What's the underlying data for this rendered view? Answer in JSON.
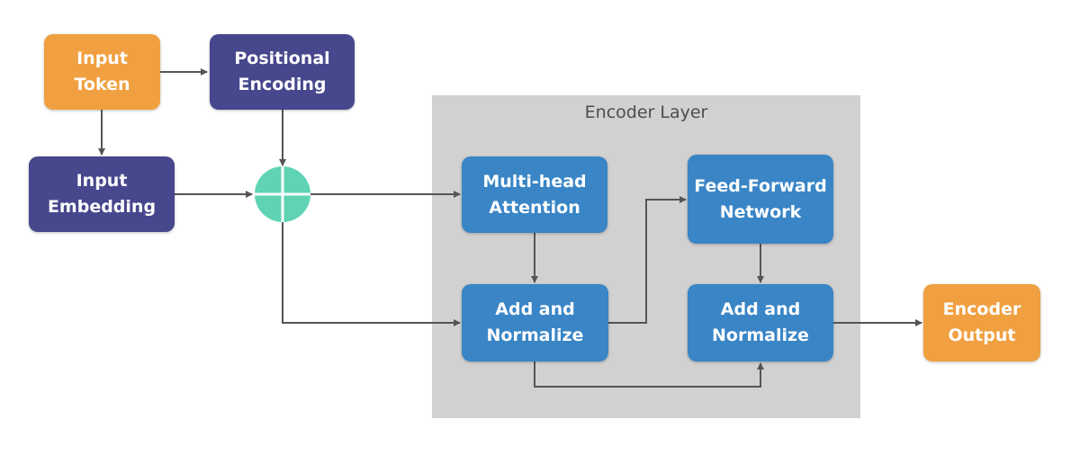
{
  "encoder_layer": {
    "title": "Encoder Layer"
  },
  "nodes": {
    "input_token": {
      "line1": "Input",
      "line2": "Token"
    },
    "positional_encoding": {
      "line1": "Positional",
      "line2": "Encoding"
    },
    "input_embedding": {
      "line1": "Input",
      "line2": "Embedding"
    },
    "multi_head_attention": {
      "line1": "Multi-head",
      "line2": "Attention"
    },
    "add_normalize_1": {
      "line1": "Add and",
      "line2": "Normalize"
    },
    "feed_forward": {
      "line1": "Feed-Forward",
      "line2": "Network"
    },
    "add_normalize_2": {
      "line1": "Add and",
      "line2": "Normalize"
    },
    "encoder_output": {
      "line1": "Encoder",
      "line2": "Output"
    }
  },
  "colors": {
    "input_output": "#f0a040",
    "embedding": "#46478c",
    "encoder_block": "#3985c6",
    "sum_operator": "#5fd3b4",
    "edge": "#555555",
    "layer_background": "#d1d1d1"
  }
}
